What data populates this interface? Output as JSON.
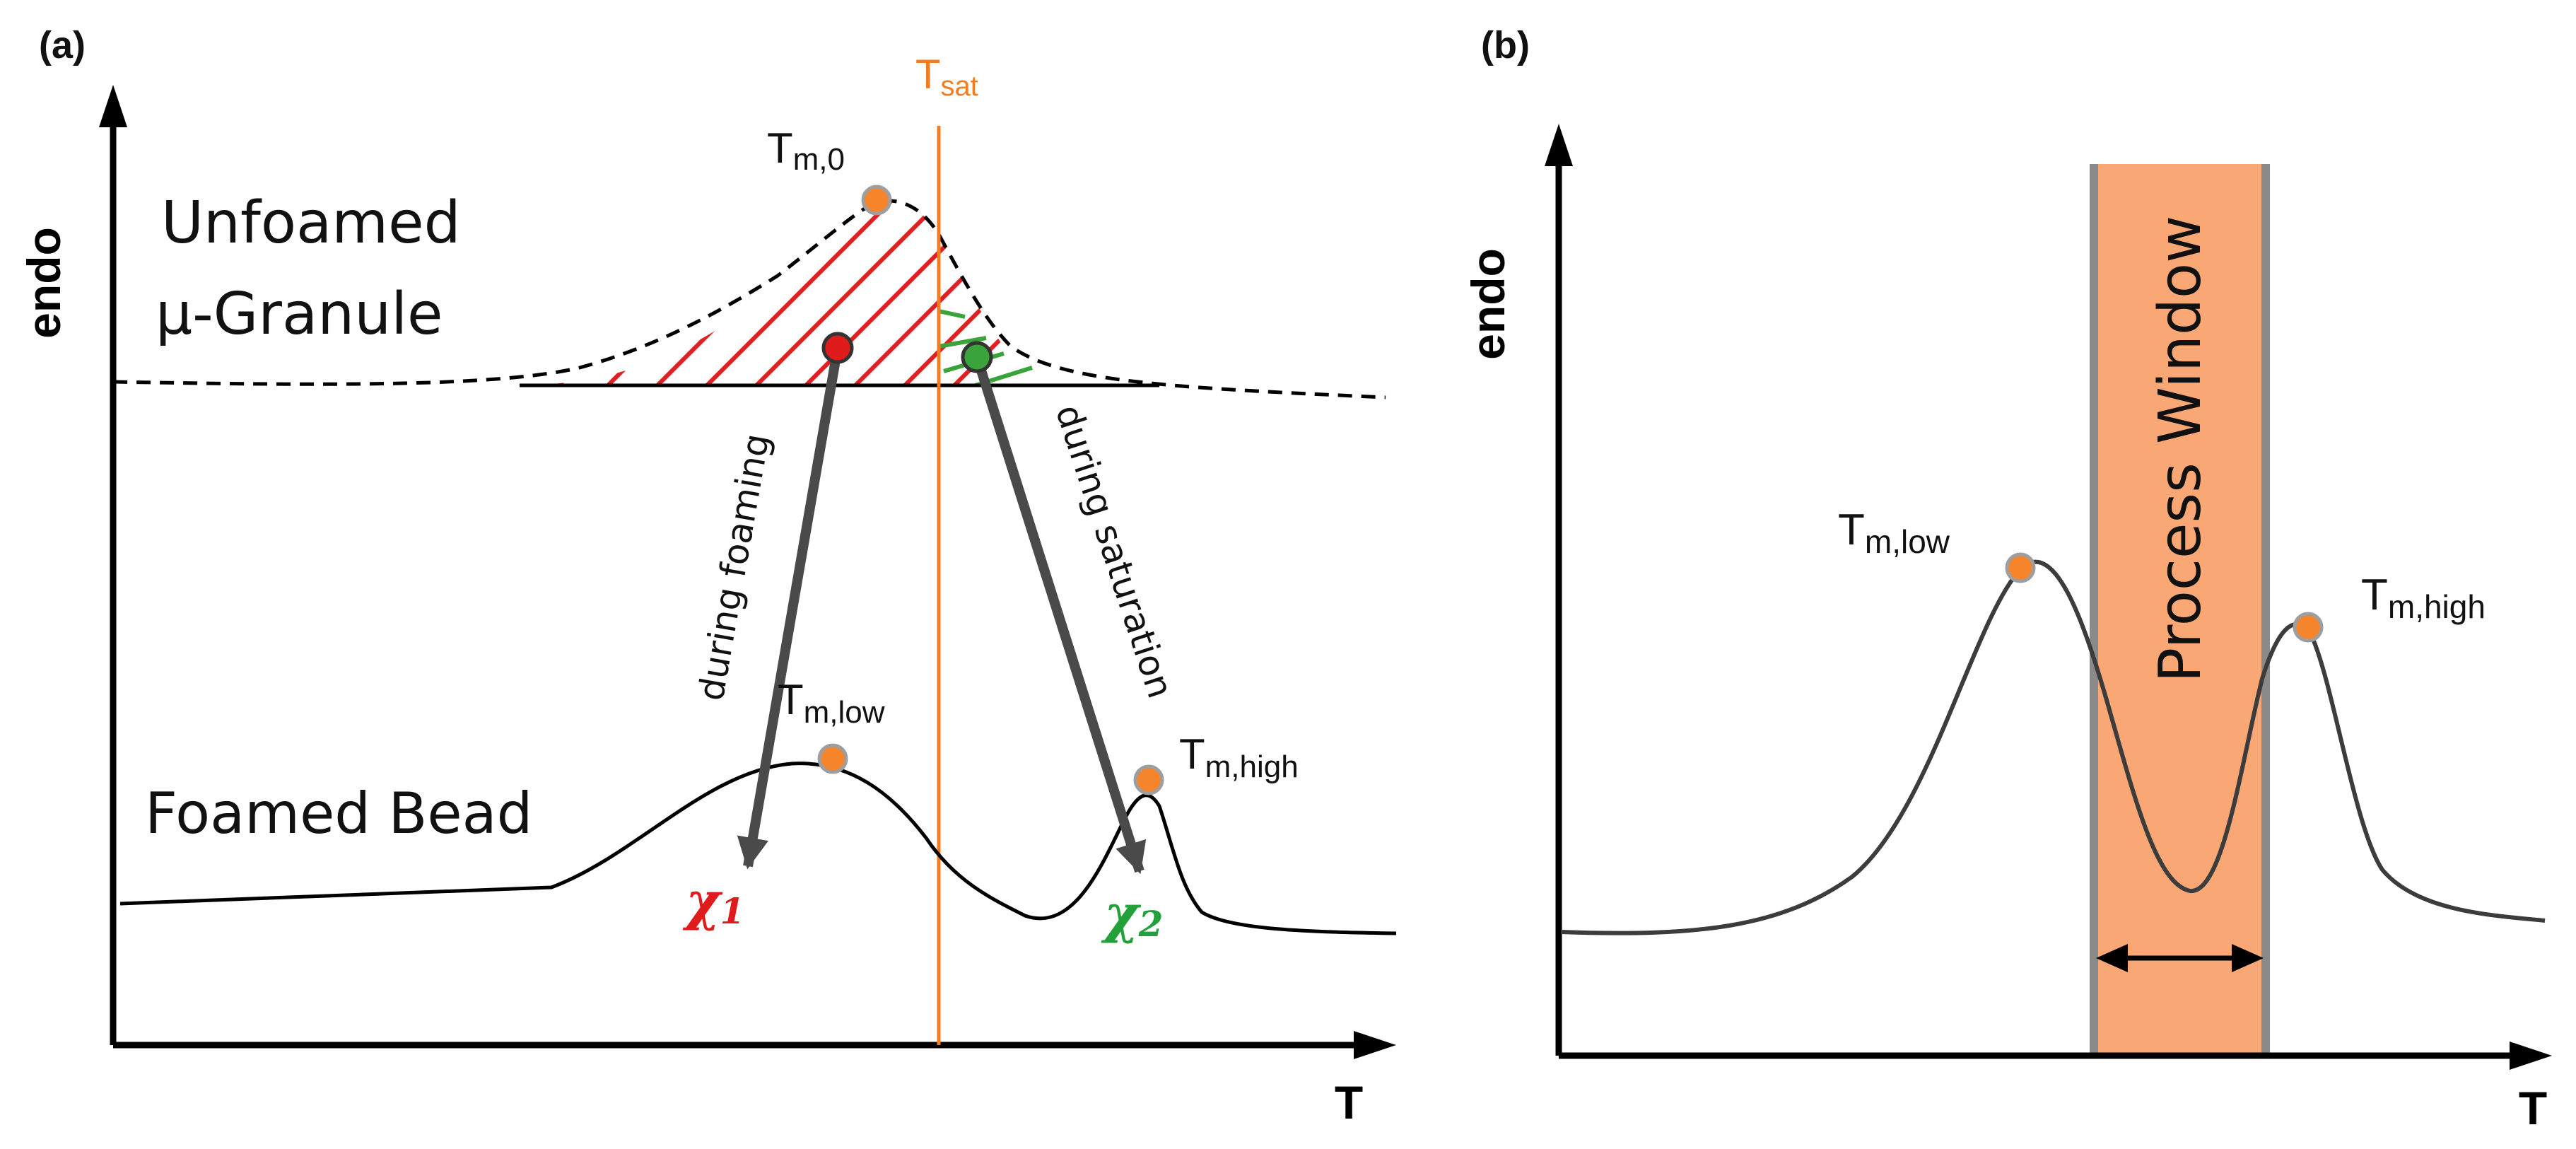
{
  "colors": {
    "axis": "#000000",
    "tsat_line": "#f47c20",
    "hatch_red": "#e02020",
    "hatch_green": "#3aa33a",
    "marker_fill": "#f5842b",
    "marker_stroke": "#9e9e9e",
    "red_dot": "#e01b1b",
    "green_dot": "#3aa33a",
    "arrow": "#4a4a4a",
    "window_fill": "#f9a774",
    "window_edge": "#8a8a8a"
  },
  "panel_a": {
    "tag": "(a)",
    "y_axis": "endo",
    "x_axis": "T",
    "tsat": {
      "main": "T",
      "sub": "sat"
    },
    "tm0": {
      "main": "T",
      "sub": "m,0"
    },
    "tm_low": {
      "main": "T",
      "sub": "m,low"
    },
    "tm_high": {
      "main": "T",
      "sub": "m,high"
    },
    "unfoamed_line1": "Unfoamed",
    "unfoamed_line2": "μ-Granule",
    "foamed": "Foamed Bead",
    "arrow_foaming": "during foaming",
    "arrow_saturation": "during saturation",
    "chi1": {
      "main": "χ",
      "sub": "1"
    },
    "chi2": {
      "main": "χ",
      "sub": "2"
    }
  },
  "panel_b": {
    "tag": "(b)",
    "y_axis": "endo",
    "x_axis": "T",
    "tm_low": {
      "main": "T",
      "sub": "m,low"
    },
    "tm_high": {
      "main": "T",
      "sub": "m,high"
    },
    "window_label": "Process  Window"
  }
}
